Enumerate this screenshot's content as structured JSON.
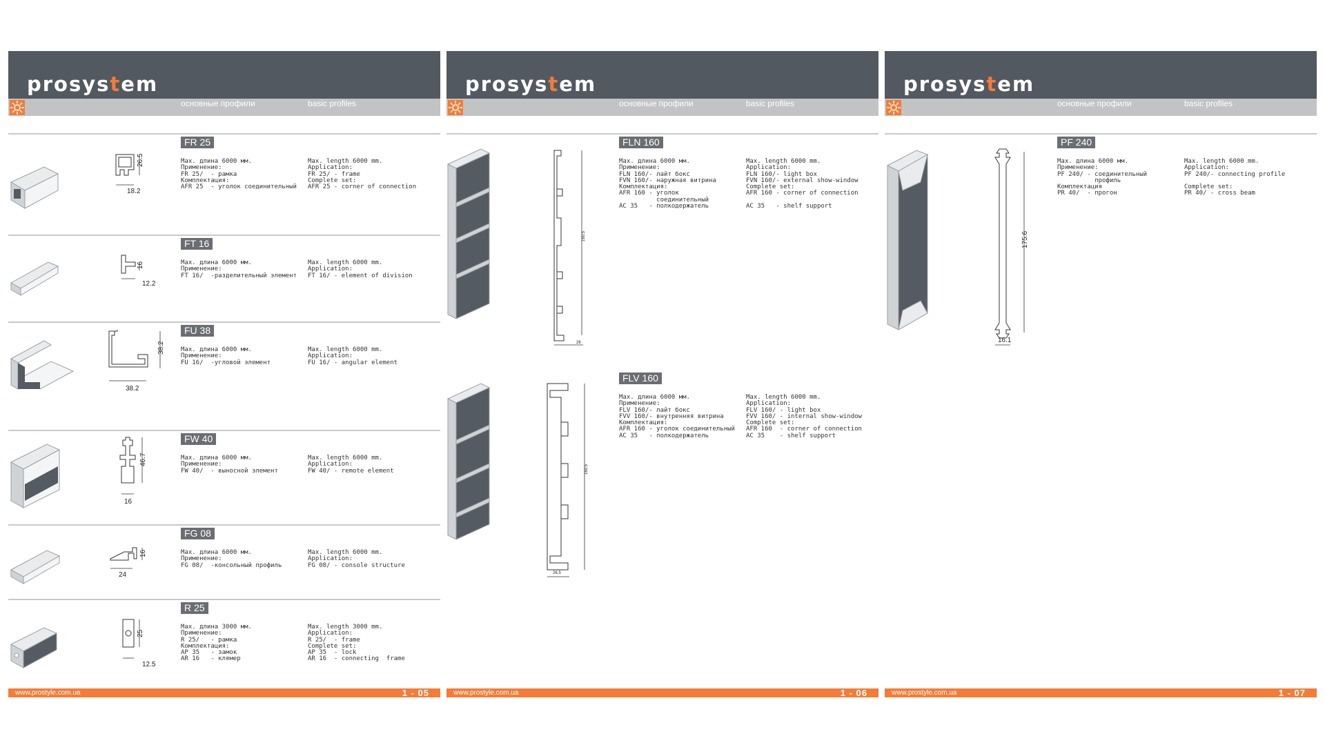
{
  "brand": {
    "logo_part1": "pros",
    "logo_part2": "ys",
    "logo_t": "t",
    "logo_part3": "em"
  },
  "header": {
    "subtitle_ru": "основные профили",
    "subtitle_en": "basic profiles"
  },
  "footer": {
    "url": "www.prostyle.com.ua"
  },
  "colors": {
    "header": "#535961",
    "strip": "#c2c3c5",
    "accent": "#f47c36",
    "tag": "#6a6d72"
  },
  "pages": [
    {
      "page_number": "1 - 05",
      "items": [
        {
          "tag": "FR 25",
          "dims": [
            "26.5",
            "18.2"
          ],
          "ru": "Max. длина 6000 мм.\nПрименение:\nFR 25/  - рамка\nКомплектация:\nAFR 25  - уголок соединительный",
          "en": "Max. length 6000 mm.\nApplication:\nFR 25/ - frame\nComplete set:\nAFR 25 - corner of connection"
        },
        {
          "tag": "FT 16",
          "dims": [
            "16",
            "12.2"
          ],
          "ru": "Max. длина 6000 мм.\nПрименение:\nFT 16/  -разделительный элемент",
          "en": "Max. length 6000 mm.\nApplication:\nFT 16/ - element of division"
        },
        {
          "tag": "FU 38",
          "dims": [
            "38.2",
            "38.2"
          ],
          "ru": "Max. длина 6000 мм.\nПрименение:\nFU 16/  -угловой элемент",
          "en": "Max. length 6000 mm.\nApplication:\nFU 16/ - angular element"
        },
        {
          "tag": "FW 40",
          "dims": [
            "46.7",
            "16"
          ],
          "ru": "Max. длина 6000 мм.\nПрименение:\nFW 40/  - выносной элемент",
          "en": "Max. length 6000 mm.\nApplication:\nFW 40/ - remote element"
        },
        {
          "tag": "FG 08",
          "dims": [
            "16",
            "24"
          ],
          "ru": "Max. длина 6000 мм.\nПрименение:\nFG 08/  -консольный профиль",
          "en": "Max. length 6000 mm.\nApplication:\nFG 08/ - console structure"
        },
        {
          "tag": "R 25",
          "dims": [
            "25",
            "12.5"
          ],
          "ru": "Max. длина 3000 мм.\nПрименение:\nR 25/   - рамка\nКомплектация:\nAP 35   - замок\nAR 16   - клямер",
          "en": "Max. length 3000 mm.\nApplication:\nR 25/  - frame\nComplete set:\nAP 35  - lock\nAR 16  - connecting  frame"
        }
      ]
    },
    {
      "page_number": "1 - 06",
      "items": [
        {
          "tag": "FLN 160",
          "dims": [
            "160.5",
            "26"
          ],
          "ru": "Max. длина 6000 мм.\nПрименение:\nFLN 160/- лайт бокс\nFVN 160/- наружная витрина\nКомплектация:\nAFR 160 - уголок\n          соединительный\nAC 35   - полкодержатель",
          "en": "Max. length 6000 mm.\nApplication:\nFLN 160/- light box\nFVN 160/- external show-window\nComplete set:\nAFR 160 - corner of connection\n\nAC 35   - shelf support"
        },
        {
          "tag": "FLV 160",
          "dims": [
            "160.5",
            "26.5"
          ],
          "ru": "Max. длина 6000 мм.\nПрименение:\nFLV 160/- лайт бокс\nFVV 160/- внутренняя витрина\nКомплектация:\nAFR 160 - уголок соединительный\nAC 35   - полкодержатель",
          "en": "Max. length 6000 mm.\nApplication:\nFLV 160/ - light box\nFVV 160/ - internal show-window\nComplete set:\nAFR 160  - corner of connection\nAC 35    - shelf support"
        }
      ]
    },
    {
      "page_number": "1 - 07",
      "items": [
        {
          "tag": "PF 240",
          "dims": [
            "175.6",
            "16.1"
          ],
          "ru": "Max. длина 6000 мм.\nПрименение:\nPF 240/ - соединительный\n          профиль\nКомплектация\nPR 40/  - прогон",
          "en": "Max. length 6000 mm.\nApplication:\nPF 240/- connecting profile\n\nComplete set:\nPR 40/ - cross beam"
        }
      ]
    }
  ]
}
